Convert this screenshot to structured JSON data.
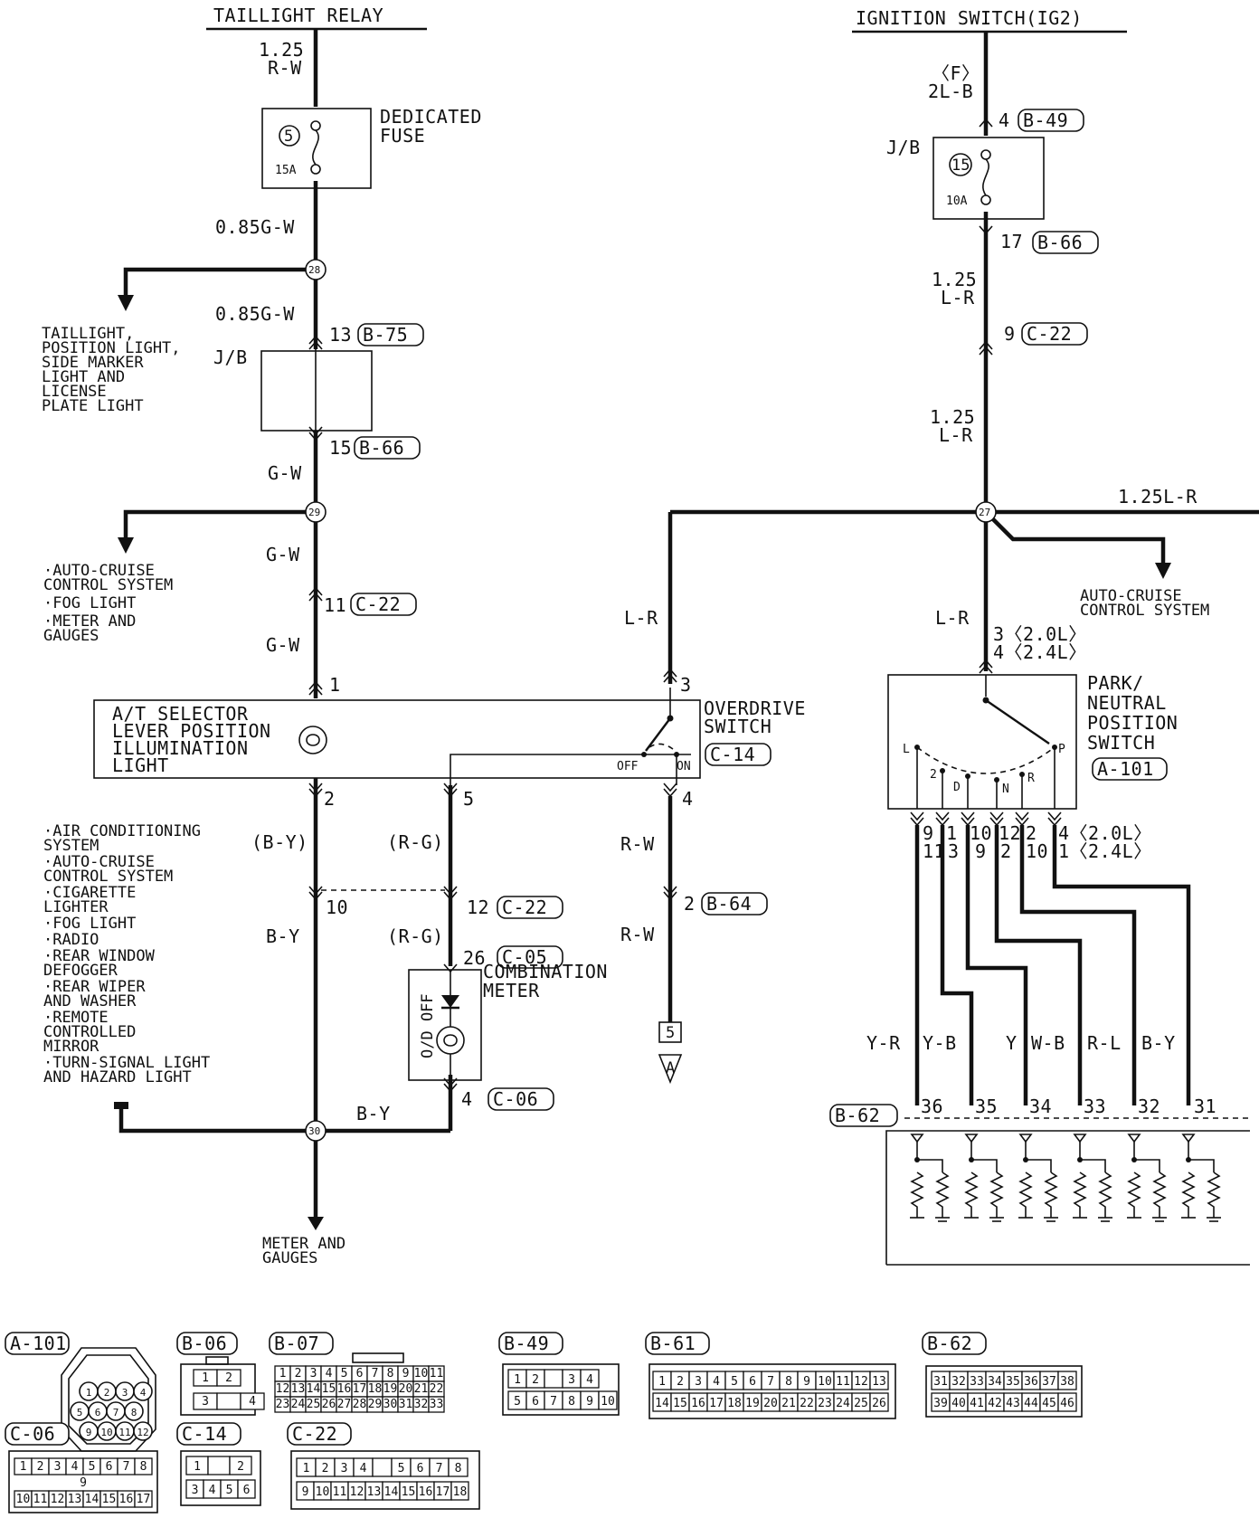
{
  "headers": {
    "taillight_relay": "TAILLIGHT RELAY",
    "ignition_switch": "IGNITION SWITCH(IG2)"
  },
  "left_branch": {
    "wire_top": [
      "1.25",
      "R-W"
    ],
    "fuse_no": "5",
    "fuse_amp": "15A",
    "fuse_label": [
      "DEDICATED",
      "FUSE"
    ],
    "wire_after_fuse": "0.85G-W",
    "node_28": "28",
    "wire_after_28": "0.85G-W",
    "jb_label": "J/B",
    "jb_in_pin": "13",
    "jb_in_conn": "B-75",
    "jb_out_pin": "15",
    "jb_out_conn": "B-66",
    "wire_gw": "G-W",
    "node_29": "29",
    "wire_gw2": "G-W",
    "c22_pin": "11",
    "c22_conn": "C-22",
    "wire_gw3": "G-W",
    "pin_1": "1",
    "taillight_branch": [
      "TAILLIGHT,",
      "POSITION LIGHT,",
      "SIDE MARKER",
      "LIGHT AND",
      "LICENSE",
      "PLATE LIGHT"
    ],
    "branch_29": [
      "·AUTO-CRUISE",
      " CONTROL SYSTEM",
      "·FOG LIGHT",
      "·METER AND",
      " GAUGES"
    ]
  },
  "selector": {
    "label": [
      "A/T SELECTOR",
      "LEVER POSITION",
      "ILLUMINATION",
      "LIGHT"
    ],
    "pin_2": "2",
    "pin_5": "5",
    "pin_3": "3",
    "pin_4": "4",
    "off": "OFF",
    "on": "ON",
    "overdrive_label": [
      "OVERDRIVE",
      "SWITCH"
    ],
    "overdrive_conn": "C-14"
  },
  "lower_left": {
    "wire_by_paren": "(B-Y)",
    "wire_rg_paren": "(R-G)",
    "pin_10": "10",
    "pin_12": "12",
    "c22_conn": "C-22",
    "wire_by": "B-Y",
    "wire_rg2": "(R-G)",
    "pin_26": "26",
    "c05_conn": "C-05",
    "meter_label": [
      "COMBINATION",
      "METER"
    ],
    "od_off": "O/D OFF",
    "pin_4": "4",
    "c06_conn": "C-06",
    "node_30": "30",
    "wire_by_bottom": "B-Y",
    "ground_branch": [
      "·AIR CONDITIONING",
      " SYSTEM",
      "·AUTO-CRUISE",
      " CONTROL SYSTEM",
      "·CIGARETTE",
      " LIGHTER",
      "·FOG LIGHT",
      "·RADIO",
      "·REAR WINDOW",
      " DEFOGGER",
      "·REAR WIPER",
      " AND WASHER",
      "·REMOTE",
      " CONTROLLED",
      " MIRROR",
      "·TURN-SIGNAL LIGHT",
      " AND HAZARD LIGHT"
    ],
    "bottom_branch": [
      "METER AND",
      "GAUGES"
    ]
  },
  "overdrive_out": {
    "wire_rw": "R-W",
    "pin_2": "2",
    "b64_conn": "B-64",
    "wire_rw2": "R-W",
    "ground_no": "5",
    "ground_letter": "A"
  },
  "right_branch": {
    "wire_top": [
      "〈F〉",
      "2L-B"
    ],
    "pin_4": "4",
    "b49_conn": "B-49",
    "jb_label": "J/B",
    "fuse_no": "15",
    "fuse_amp": "10A",
    "pin_17": "17",
    "b66_conn": "B-66",
    "wire_125lr": [
      "1.25",
      "L-R"
    ],
    "pin_9": "9",
    "c22_conn": "C-22",
    "wire_125lr2": [
      "1.25",
      "L-R"
    ],
    "node_27": "27",
    "wire_right": "1.25L-R",
    "wire_lr_left": "L-R",
    "wire_lr_right": "L-R",
    "auto_cruise": [
      "AUTO-CRUISE",
      "CONTROL SYSTEM"
    ],
    "pnp_pin": [
      "3〈2.0L〉",
      "4〈2.4L〉"
    ],
    "pnp_label": [
      "PARK/",
      "NEUTRAL",
      "POSITION",
      "SWITCH"
    ],
    "pnp_conn": "A-101",
    "positions": [
      "L",
      "2",
      "D",
      "N",
      "R",
      "P"
    ],
    "pins_top": [
      "9",
      "1",
      "10",
      "12",
      "2",
      "4〈2.0L〉"
    ],
    "pins_bottom": [
      "11",
      "3",
      "9",
      "2",
      "10",
      "1〈2.4L〉"
    ],
    "wire_colors": [
      "Y-R",
      "Y-B",
      "Y",
      "W-B",
      "R-L",
      "B-Y"
    ],
    "b62_conn": "B-62",
    "b62_pins": [
      "36",
      "35",
      "34",
      "33",
      "32",
      "31"
    ]
  },
  "connectors": {
    "a101": {
      "name": "A-101",
      "pins": [
        "1",
        "2",
        "3",
        "4",
        "5",
        "6",
        "7",
        "8",
        "9",
        "10",
        "11",
        "12"
      ]
    },
    "b06": {
      "name": "B-06",
      "pins": [
        "1",
        "2",
        "3",
        "4"
      ]
    },
    "b07": {
      "name": "B-07",
      "row1": [
        "1",
        "2",
        "3",
        "4",
        "5",
        "6",
        "7",
        "8",
        "9",
        "10",
        "11"
      ],
      "row2": [
        "12",
        "13",
        "14",
        "15",
        "16",
        "17",
        "18",
        "19",
        "20",
        "21",
        "22"
      ],
      "row3": [
        "23",
        "24",
        "25",
        "26",
        "27",
        "28",
        "29",
        "30",
        "31",
        "32",
        "33"
      ]
    },
    "b49": {
      "name": "B-49",
      "row1": [
        "1",
        "2",
        "",
        "3",
        "4"
      ],
      "row2": [
        "5",
        "6",
        "7",
        "8",
        "9",
        "10"
      ]
    },
    "b61": {
      "name": "B-61",
      "row1": [
        "1",
        "2",
        "3",
        "4",
        "5",
        "6",
        "7",
        "8",
        "9",
        "10",
        "11",
        "12",
        "13"
      ],
      "row2": [
        "14",
        "15",
        "16",
        "17",
        "18",
        "19",
        "20",
        "21",
        "22",
        "23",
        "24",
        "25",
        "26"
      ]
    },
    "b62": {
      "name": "B-62",
      "row1": [
        "31",
        "32",
        "33",
        "34",
        "35",
        "36",
        "37",
        "38"
      ],
      "row2": [
        "39",
        "40",
        "41",
        "42",
        "43",
        "44",
        "45",
        "46"
      ]
    },
    "c06": {
      "name": "C-06",
      "row1": [
        "1",
        "2",
        "3",
        "4",
        "5",
        "6",
        "7",
        "8"
      ],
      "mid": "9",
      "row2": [
        "10",
        "11",
        "12",
        "13",
        "14",
        "15",
        "16",
        "17"
      ]
    },
    "c14": {
      "name": "C-14",
      "row1": [
        "1",
        "",
        "2"
      ],
      "row2": [
        "3",
        "4",
        "5",
        "6"
      ]
    },
    "c22": {
      "name": "C-22",
      "row1": [
        "1",
        "2",
        "3",
        "4",
        "",
        "5",
        "6",
        "7",
        "8"
      ],
      "row2": [
        "9",
        "10",
        "11",
        "12",
        "13",
        "14",
        "15",
        "16",
        "17",
        "18"
      ]
    }
  }
}
